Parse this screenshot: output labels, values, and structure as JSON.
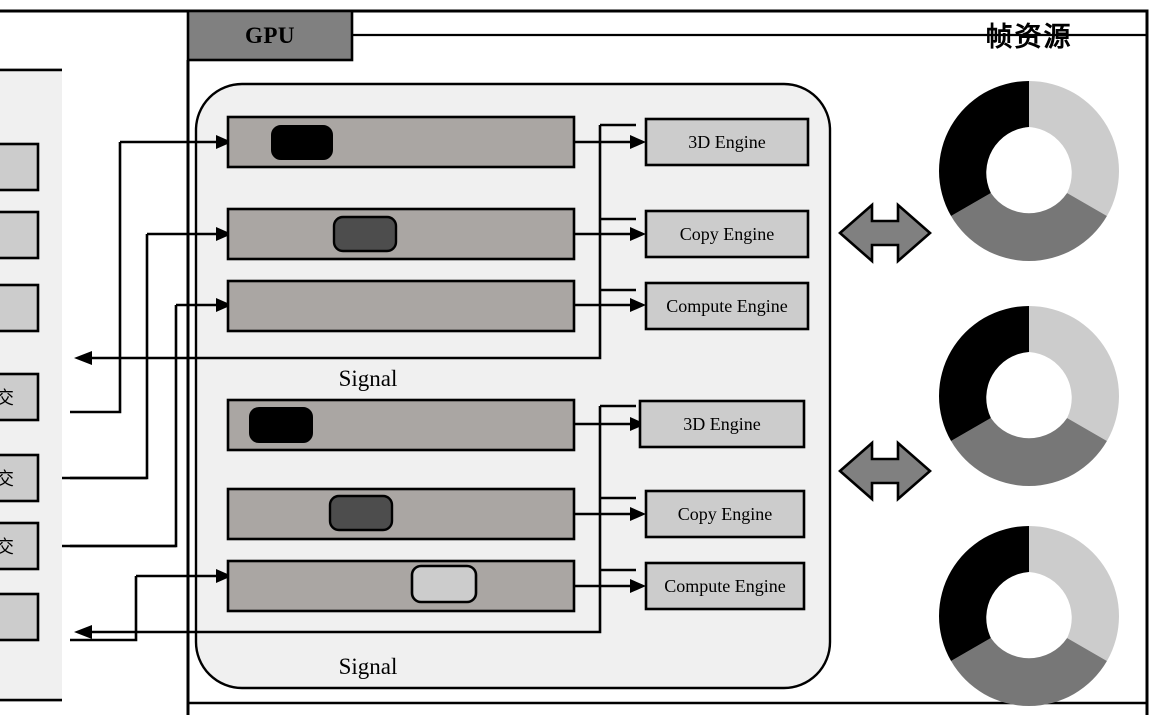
{
  "diagram": {
    "title_right": "帧资源",
    "gpu_tab_label": "GPU",
    "signal_label_top": "Signal",
    "signal_label_bottom": "Signal"
  },
  "colors": {
    "outline": "#000000",
    "panel_fill": "#f0f0f0",
    "gpu_tab_fill": "#808080",
    "queue_fill": "#aaa6a3",
    "engine_box_fill": "#cccccc",
    "left_box_fill": "#cccccc",
    "marker_black": "#000000",
    "marker_dark_gray": "#4d4d4d",
    "marker_light_gray": "#cccccc",
    "arrow_fill": "#808080",
    "donut_light": "#cccccc",
    "donut_mid": "#777777",
    "donut_black": "#000000",
    "page_bg": "#ffffff"
  },
  "left_panel": {
    "boxes": [
      {
        "label": "",
        "name": "left-box-1"
      },
      {
        "label": "",
        "name": "left-box-2"
      },
      {
        "label": "",
        "name": "left-box-3"
      },
      {
        "label": "交",
        "name": "left-box-submit-1"
      },
      {
        "label": "交",
        "name": "left-box-submit-2"
      },
      {
        "label": "交",
        "name": "left-box-submit-3"
      },
      {
        "label": "",
        "name": "left-box-4"
      }
    ]
  },
  "gpu_groups": [
    {
      "name": "gpu-group-top",
      "queues": [
        {
          "name": "queue-3d-top",
          "marker": "black",
          "marker_pos": 0.13
        },
        {
          "name": "queue-copy-top",
          "marker": "dark-gray",
          "marker_pos": 0.32
        },
        {
          "name": "queue-compute-top",
          "marker": "none",
          "marker_pos": 0
        }
      ],
      "engines": [
        {
          "label": "3D Engine",
          "name": "engine-3d-top"
        },
        {
          "label": "Copy Engine",
          "name": "engine-copy-top"
        },
        {
          "label": "Compute Engine",
          "name": "engine-compute-top"
        }
      ],
      "signal": "Signal"
    },
    {
      "name": "gpu-group-bottom",
      "queues": [
        {
          "name": "queue-3d-bottom",
          "marker": "black",
          "marker_pos": 0.08
        },
        {
          "name": "queue-copy-bottom",
          "marker": "dark-gray",
          "marker_pos": 0.31
        },
        {
          "name": "queue-compute-bottom",
          "marker": "light-gray",
          "marker_pos": 0.56
        }
      ],
      "engines": [
        {
          "label": "3D Engine",
          "name": "engine-3d-bottom"
        },
        {
          "label": "Copy Engine",
          "name": "engine-copy-bottom"
        },
        {
          "label": "Compute Engine",
          "name": "engine-compute-bottom"
        }
      ],
      "signal": "Signal"
    }
  ],
  "frame_resources": {
    "title": "帧资源",
    "donuts": [
      {
        "name": "donut-frame-1",
        "segments": [
          {
            "label": "light",
            "value": 120
          },
          {
            "label": "mid",
            "value": 120
          },
          {
            "label": "dark",
            "value": 120
          }
        ]
      },
      {
        "name": "donut-frame-2",
        "segments": [
          {
            "label": "light",
            "value": 120
          },
          {
            "label": "mid",
            "value": 120
          },
          {
            "label": "dark",
            "value": 120
          }
        ]
      },
      {
        "name": "donut-frame-3",
        "segments": [
          {
            "label": "light",
            "value": 120
          },
          {
            "label": "mid",
            "value": 120
          },
          {
            "label": "dark",
            "value": 120
          }
        ]
      }
    ],
    "exchange_arrows": [
      {
        "name": "exchange-arrow-top"
      },
      {
        "name": "exchange-arrow-bottom"
      }
    ]
  }
}
